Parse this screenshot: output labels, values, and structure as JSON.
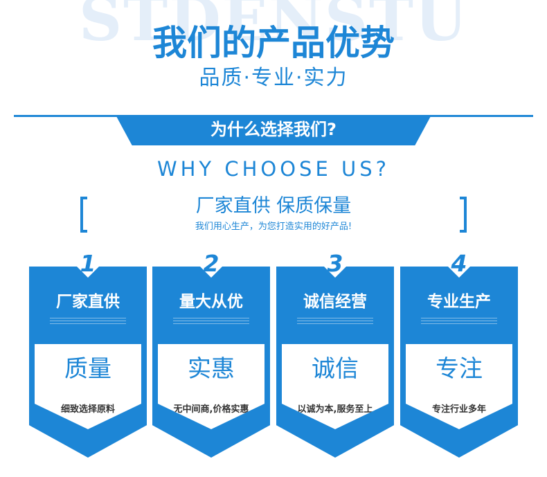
{
  "header": {
    "watermark": "STDENSTU",
    "title": "我们的产品优势",
    "subtitle": "品质·专业·实力"
  },
  "why": {
    "banner": "为什么选择我们?",
    "english": "WHY CHOOSE US?"
  },
  "slogan": {
    "title": "厂家直供  保质保量",
    "subtitle": "我们用心生产，为您打造实用的好产品!"
  },
  "cards": [
    {
      "number": "1",
      "title": "厂家直供",
      "big": "质量",
      "desc": "细致选择原料"
    },
    {
      "number": "2",
      "title": "量大从优",
      "big": "实惠",
      "desc": "无中间商,价格实惠"
    },
    {
      "number": "3",
      "title": "诚信经营",
      "big": "诚信",
      "desc": "以诚为本,服务至上"
    },
    {
      "number": "4",
      "title": "专业生产",
      "big": "专注",
      "desc": "专注行业多年"
    }
  ],
  "colors": {
    "accent": "#1d86d6",
    "watermark": "#e4eef9"
  }
}
